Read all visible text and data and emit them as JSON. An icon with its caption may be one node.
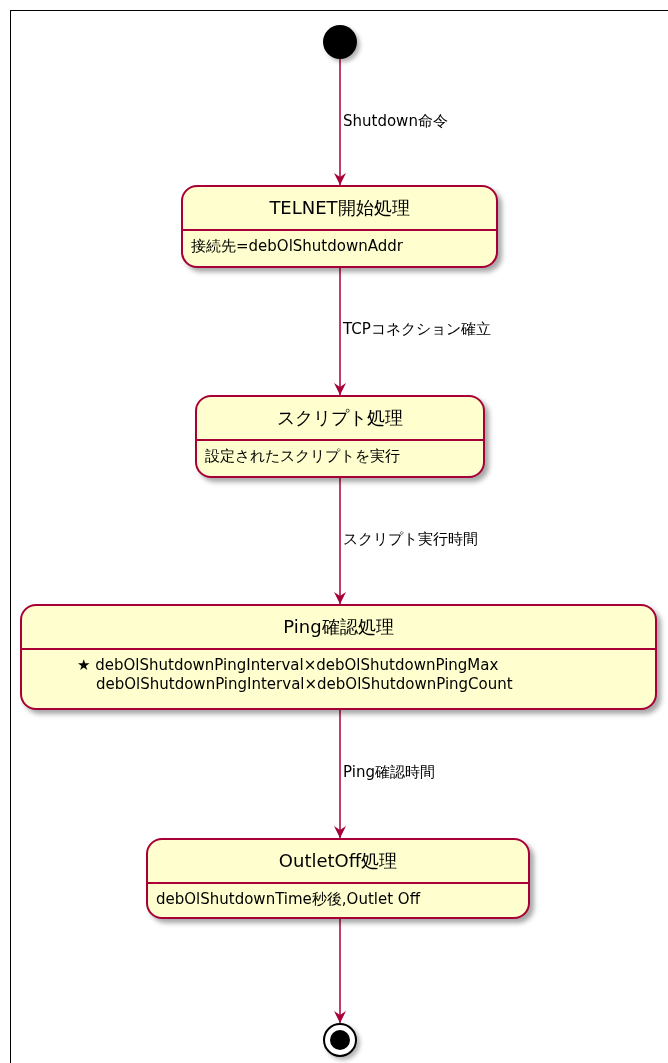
{
  "diagram": {
    "nodes": [
      {
        "text": [],
        "shape": "circle"
      },
      {
        "text": [
          "TELNET開始処理",
          "接続先=debOlShutdownAddr"
        ]
      },
      {
        "text": [
          "スクリプト処理",
          "設定されたスクリプトを実行"
        ]
      },
      {
        "text": [
          "Ping確認処理",
          "★ debOlShutdownPingInterval×debOlShutdownPingMax",
          "debOlShutdownPingInterval×debOlShutdownPingCount"
        ]
      },
      {
        "text": [
          "OutletOff処理",
          "debOlShutdownTime秒後,Outlet Off"
        ]
      },
      {
        "text": [],
        "shape": "circle"
      }
    ],
    "edges": [
      {
        "from": 0,
        "to": 1,
        "arrow": "to",
        "label": "Shutdown命令"
      },
      {
        "from": 1,
        "to": 2,
        "arrow": "to",
        "label": "TCPコネクション確立"
      },
      {
        "from": 2,
        "to": 3,
        "arrow": "to",
        "label": "スクリプト実行時間"
      },
      {
        "from": 3,
        "to": 4,
        "arrow": "to",
        "label": "Ping確認時間"
      },
      {
        "from": 4,
        "to": 5,
        "arrow": "to"
      }
    ]
  }
}
